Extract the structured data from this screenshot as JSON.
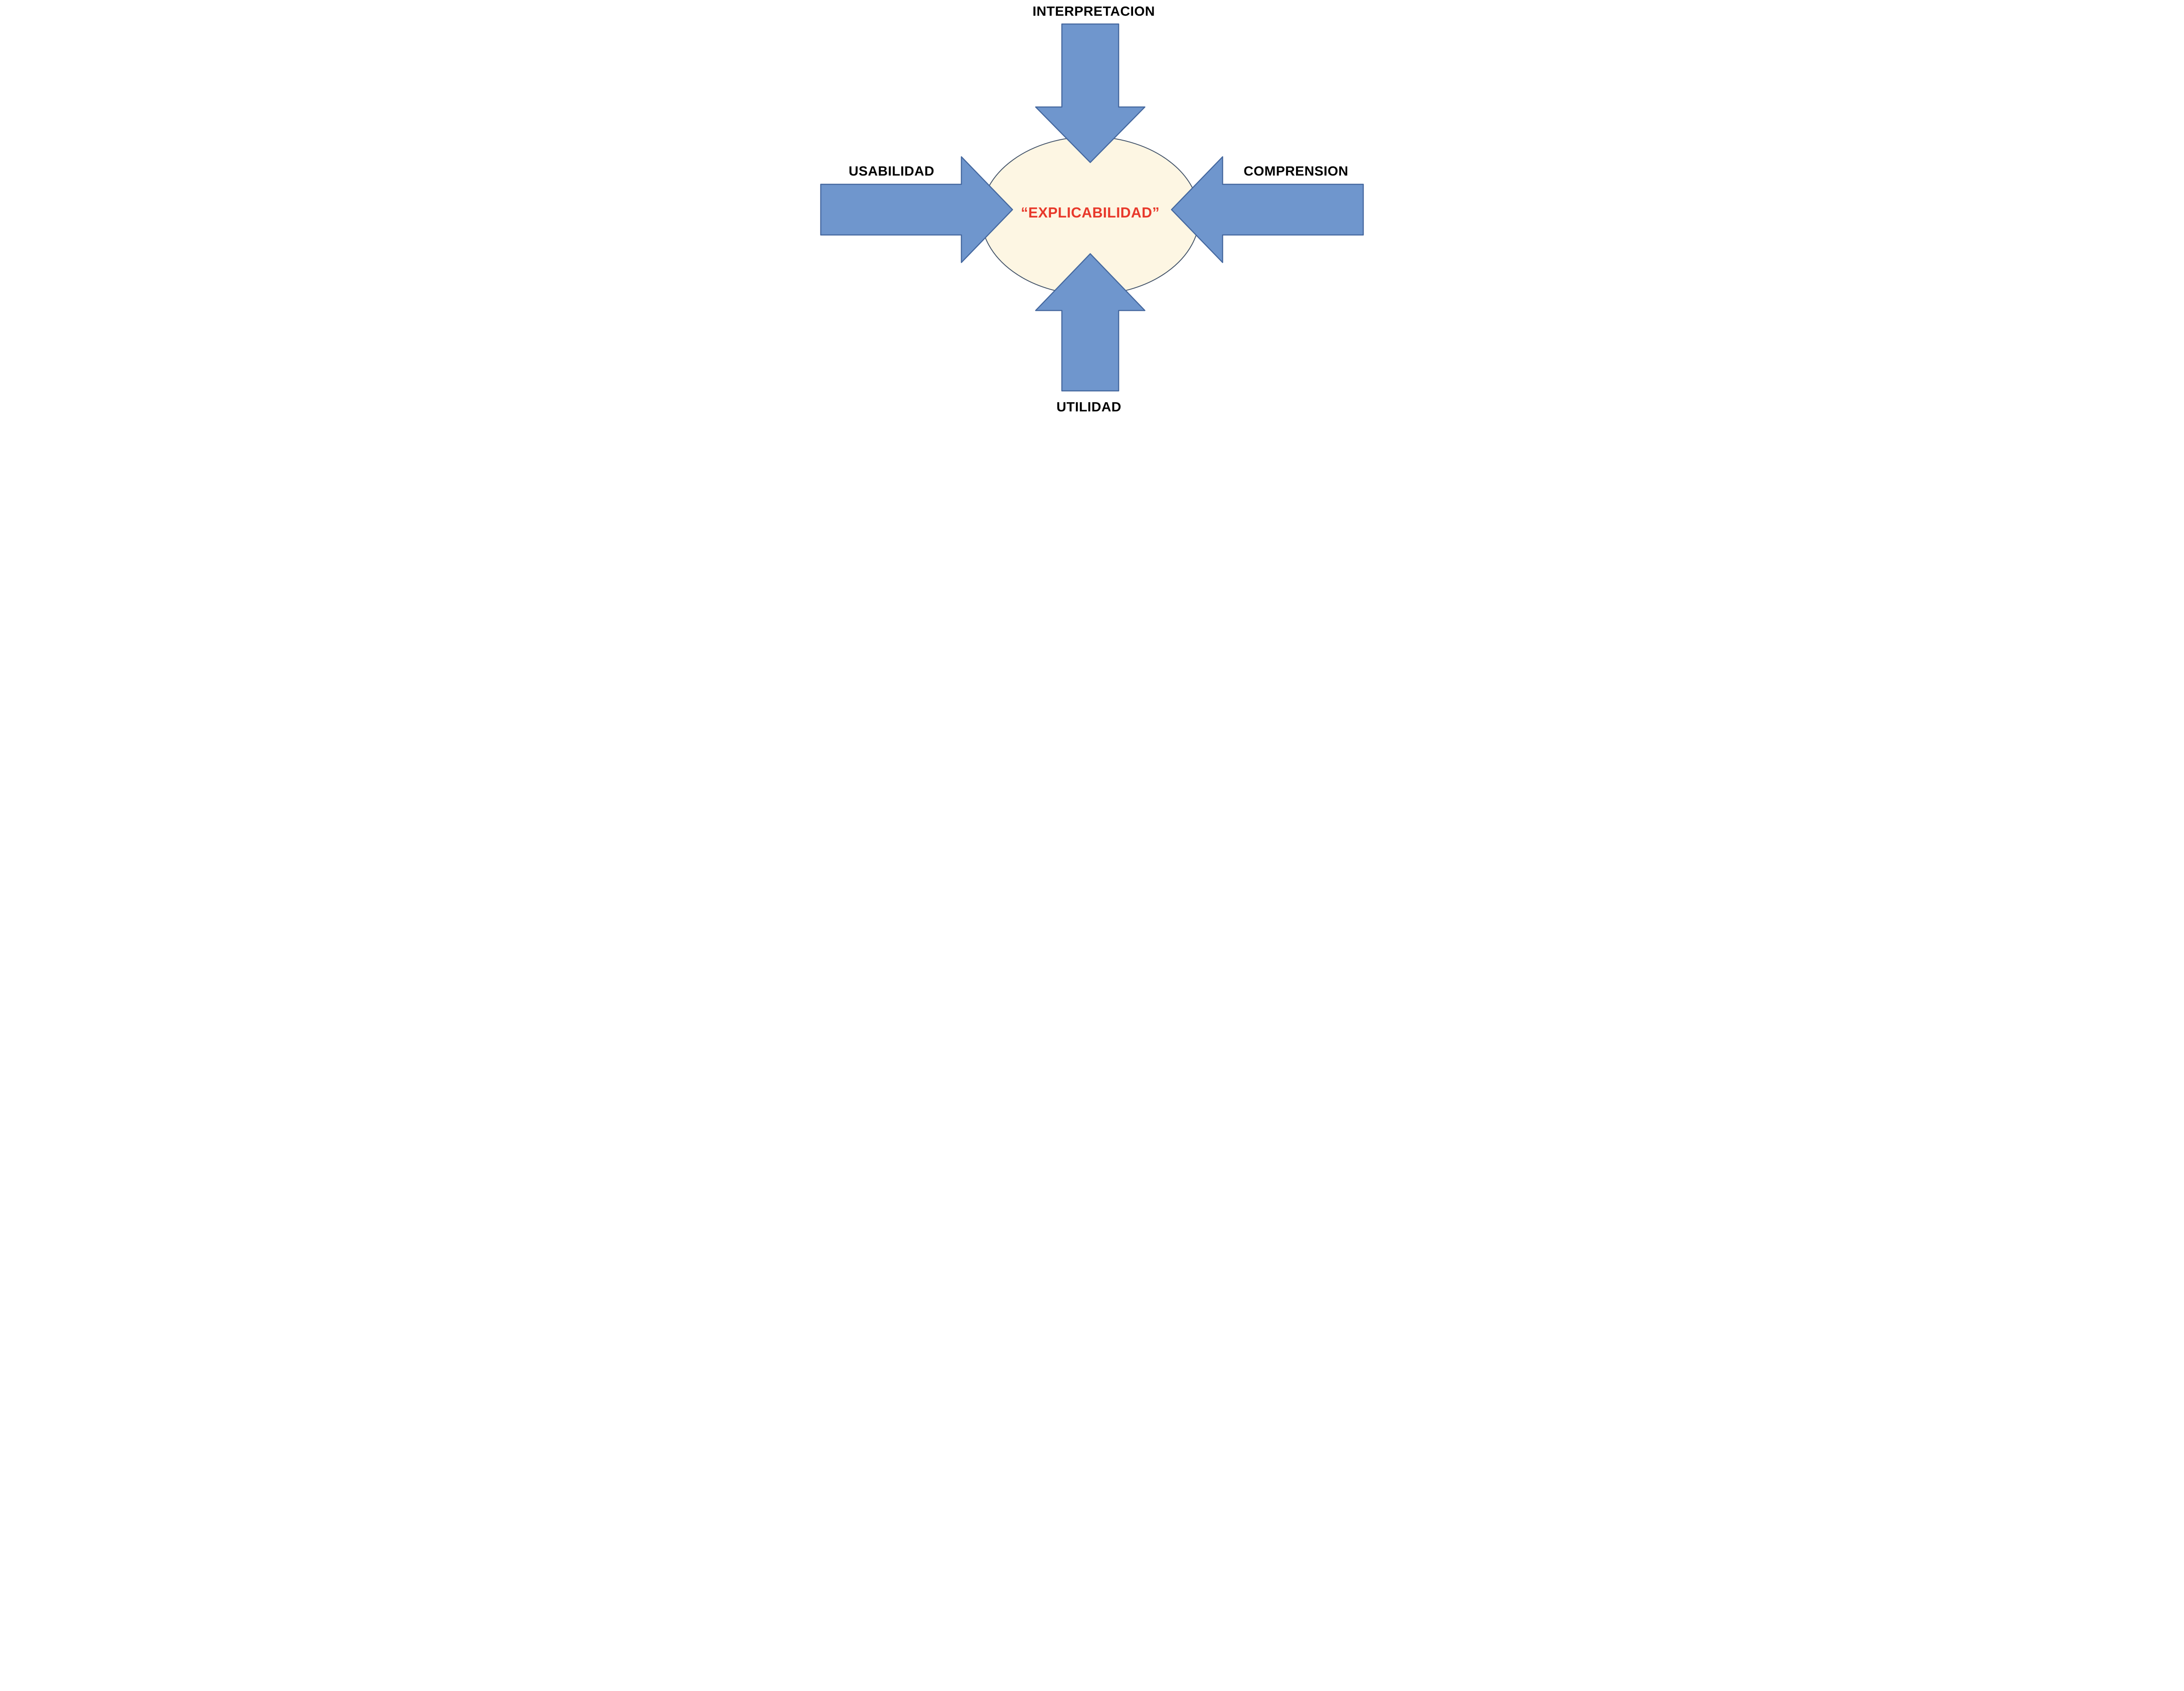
{
  "diagram": {
    "background": "#FFFFFF",
    "label_color": "#000000",
    "center": {
      "label": "“EXPLICABILIDAD”",
      "text_color": "#E8392B",
      "fill": "#FDF6E3",
      "border": "#44546A",
      "shape": "ellipse"
    },
    "arrows": {
      "fill": "#6F96CD",
      "border": "#44679E",
      "top": {
        "label": "INTERPRETACION",
        "direction": "down"
      },
      "left": {
        "label": "USABILIDAD",
        "direction": "right"
      },
      "right": {
        "label": "COMPRENSION",
        "direction": "left"
      },
      "bottom": {
        "label": "UTILIDAD",
        "direction": "up"
      }
    }
  }
}
